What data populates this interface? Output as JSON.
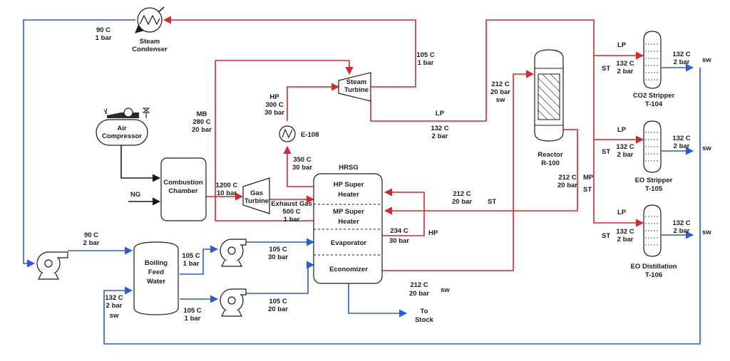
{
  "colors": {
    "hot_stream": "#d62828",
    "cold_stream": "#2a5bd7",
    "utility": "#1a1a1a"
  },
  "equipment": {
    "steam_condenser": [
      "Steam",
      "Condenser"
    ],
    "air_compressor": [
      "Air",
      "Compressor"
    ],
    "combustion_chamber": [
      "Combustion",
      "Chamber"
    ],
    "gas_turbine": [
      "Gas",
      "Turbine"
    ],
    "steam_turbine": [
      "Steam",
      "Turbine"
    ],
    "e108": "E-108",
    "hrsg_title": "HRSG",
    "hp_super_heater": [
      "HP Super",
      "Heater"
    ],
    "mp_super_heater": [
      "MP Super",
      "Heater"
    ],
    "evaporator": "Evaporator",
    "economizer": "Economizer",
    "boiling_feed_water": [
      "Boiling",
      "Feed",
      "Water"
    ],
    "reactor": [
      "Reactor",
      "R-100"
    ],
    "co2_stripper": [
      "CO2 Stripper",
      "T-104"
    ],
    "eo_stripper": [
      "EO Stripper",
      "T-105"
    ],
    "eo_distillation": [
      "EO Distillation",
      "T-106"
    ],
    "to_stock": [
      "To",
      "Stock"
    ]
  },
  "streams": {
    "condenser_out": [
      "90 C",
      "1 bar"
    ],
    "mb": [
      "MB",
      "280 C",
      "20 bar"
    ],
    "hp_turbine_in": [
      "HP",
      "300 C",
      "30 bar"
    ],
    "turbine_exit": [
      "105 C",
      "1 bar"
    ],
    "lp_label": "LP",
    "lp_out": [
      "132 C",
      "2 bar"
    ],
    "e108_in": [
      "350 C",
      "30 bar"
    ],
    "ng": "NG",
    "gt_in": [
      "1200 C",
      "10 bar"
    ],
    "exhaust": [
      "Exhaust Gas",
      "500 C",
      "1 bar"
    ],
    "reactor_feed": [
      "212 C",
      "20 bar",
      "sw"
    ],
    "st_return": [
      "212 C",
      "20 bar"
    ],
    "st_label": "ST",
    "reactor_mp": [
      "212 C",
      "20 bar"
    ],
    "mp_label": "MP",
    "evap": [
      "234 C",
      "30 bar"
    ],
    "hp_label": "HP",
    "econ_out": [
      "212 C",
      "20 bar"
    ],
    "sw_label": "sw",
    "pump_out": [
      "90 C",
      "2 bar"
    ],
    "bfw_to_pump1": [
      "105 C",
      "1 bar"
    ],
    "pump1_out": [
      "105 C",
      "30 bar"
    ],
    "bfw_to_pump2": [
      "105 C",
      "1 bar"
    ],
    "pump2_out": [
      "105 C",
      "20 bar"
    ],
    "sw_return": [
      "132 C",
      "2 bar",
      "sw"
    ],
    "col_in": [
      "132 C",
      "2 bar"
    ],
    "col_out": [
      "132 C",
      "2 bar"
    ]
  }
}
